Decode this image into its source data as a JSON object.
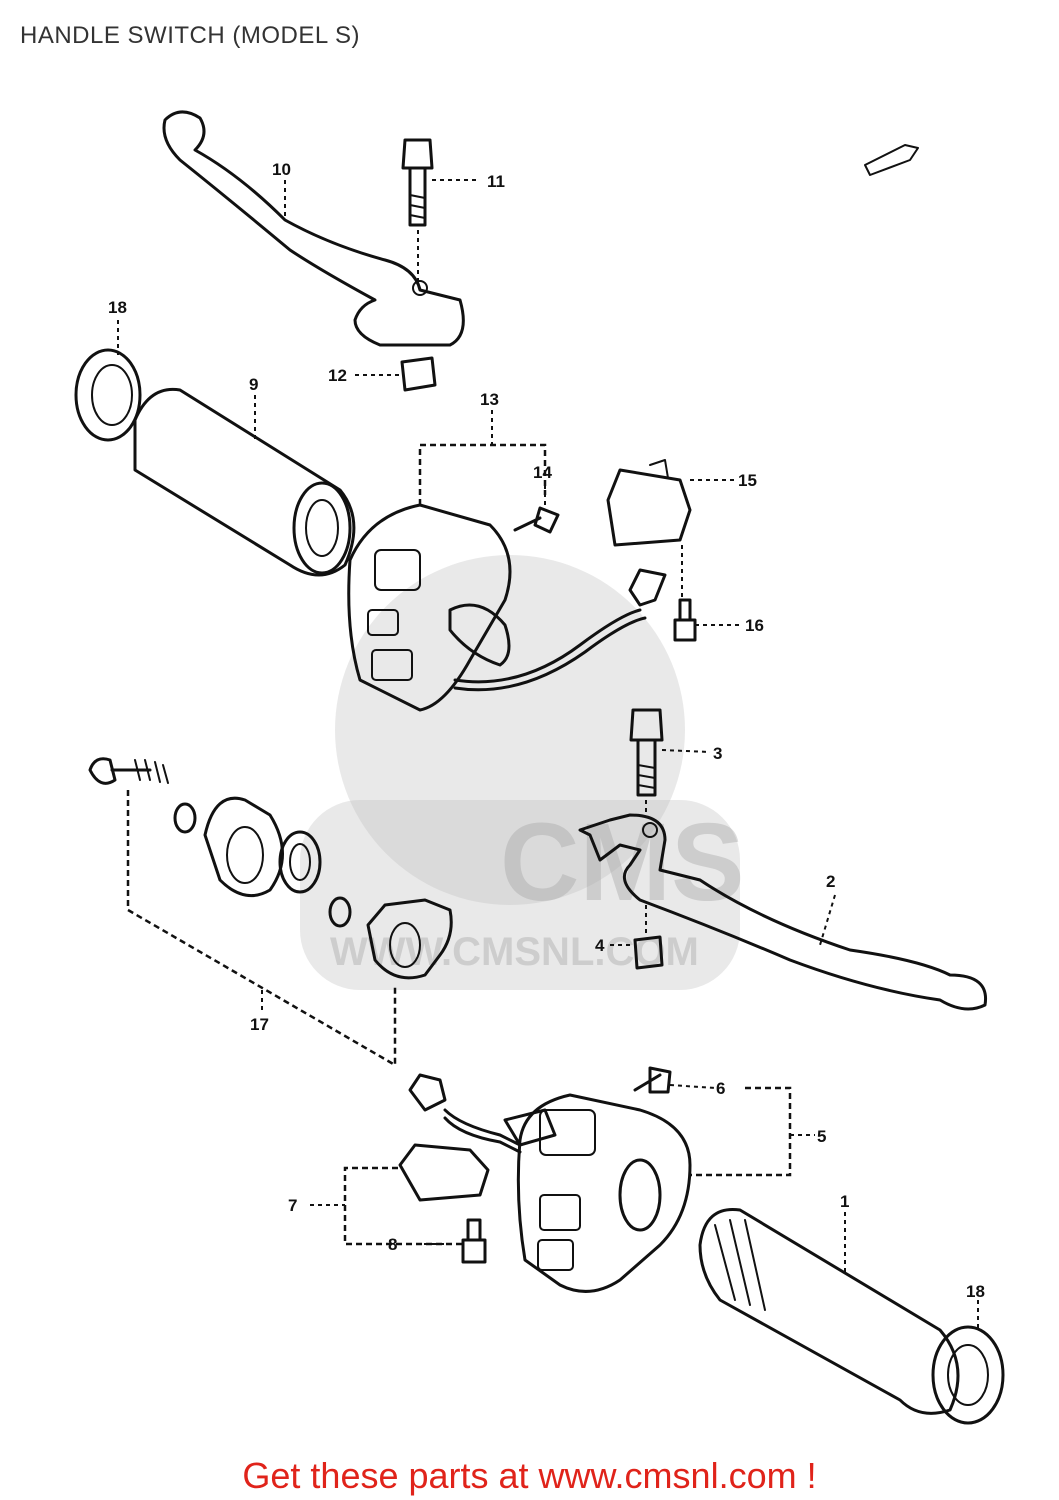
{
  "title": "HANDLE SWITCH (MODEL S)",
  "watermark": {
    "brand": "CMS",
    "site": "WWW.CMSNL.COM"
  },
  "callouts": {
    "p1": "1",
    "p2": "2",
    "p3": "3",
    "p4": "4",
    "p5": "5",
    "p6": "6",
    "p7": "7",
    "p8": "8",
    "p9": "9",
    "p10": "10",
    "p11": "11",
    "p12": "12",
    "p13": "13",
    "p14": "14",
    "p15": "15",
    "p16": "16",
    "p17": "17",
    "p18_top": "18",
    "p18_bottom": "18"
  },
  "footer": {
    "cta": "Get these parts at www.cmsnl.com !"
  },
  "colors": {
    "line": "#111111",
    "footer_text": "#e0231a",
    "title_text": "#333333",
    "watermark": "#bfbfbf"
  }
}
